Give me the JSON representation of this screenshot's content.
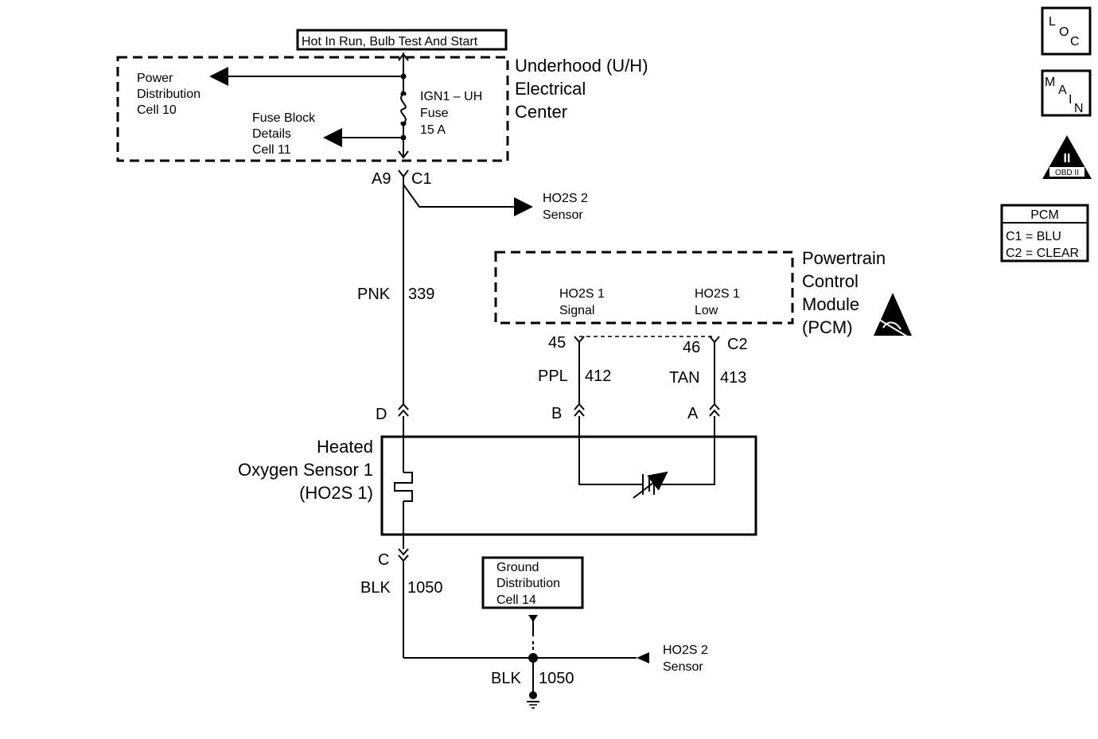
{
  "hot_label": "Hot In Run, Bulb Test And Start",
  "underhood": {
    "line1": "Underhood (U/H)",
    "line2": "Electrical",
    "line3": "Center",
    "power_dist": [
      "Power",
      "Distribution",
      "Cell 10"
    ],
    "fuse_block": [
      "Fuse Block",
      "Details",
      "Cell 11"
    ],
    "fuse": [
      "IGN1 – UH",
      "Fuse",
      "15 A"
    ]
  },
  "conn_a9": "A9",
  "conn_c1": "C1",
  "ho2s2_top": [
    "HO2S 2",
    "Sensor"
  ],
  "wire_pnk": {
    "color": "PNK",
    "num": "339"
  },
  "pcm": {
    "line1": "Powertrain",
    "line2": "Control",
    "line3": "Module",
    "line4": "(PCM)",
    "signal": [
      "HO2S 1",
      "Signal"
    ],
    "low": [
      "HO2S 1",
      "Low"
    ]
  },
  "pin45": "45",
  "pin46": "46",
  "conn_c2": "C2",
  "wire_ppl": {
    "color": "PPL",
    "num": "412"
  },
  "wire_tan": {
    "color": "TAN",
    "num": "413"
  },
  "pin_d": "D",
  "pin_b": "B",
  "pin_a": "A",
  "pin_c": "C",
  "sensor": [
    "Heated",
    "Oxygen Sensor 1",
    "(HO2S 1)"
  ],
  "wire_blk1": {
    "color": "BLK",
    "num": "1050"
  },
  "ground_dist": [
    "Ground",
    "Distribution",
    "Cell 14"
  ],
  "ho2s2_bottom": [
    "HO2S 2",
    "Sensor"
  ],
  "wire_blk2": {
    "color": "BLK",
    "num": "1050"
  },
  "legend": {
    "loc": [
      "L",
      "O",
      "C"
    ],
    "main": [
      "M",
      "A",
      "I",
      "N"
    ],
    "obd_roman": "II",
    "obd_text": "OBD II",
    "pcm_title": "PCM",
    "pcm_c1": "C1 = BLU",
    "pcm_c2": "C2 = CLEAR"
  }
}
